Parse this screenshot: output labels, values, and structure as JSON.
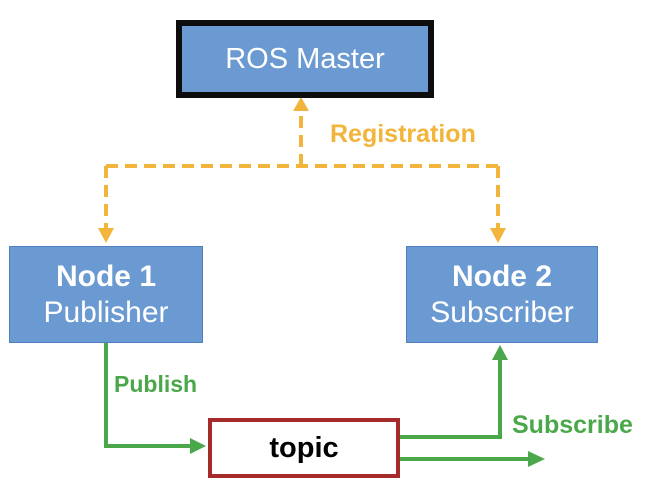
{
  "master": {
    "label": "ROS Master"
  },
  "registration_label": "Registration",
  "node1": {
    "title": "Node 1",
    "role": "Publisher"
  },
  "node2": {
    "title": "Node 2",
    "role": "Subscriber"
  },
  "topic": {
    "label": "topic"
  },
  "publish_label": "Publish",
  "subscribe_label": "Subscribe",
  "colors": {
    "registration": "#f2b43a",
    "publish_subscribe": "#4aa84a",
    "node_fill": "#6b9ad2",
    "master_border": "#0d0d0d",
    "topic_border": "#a62a2a"
  }
}
